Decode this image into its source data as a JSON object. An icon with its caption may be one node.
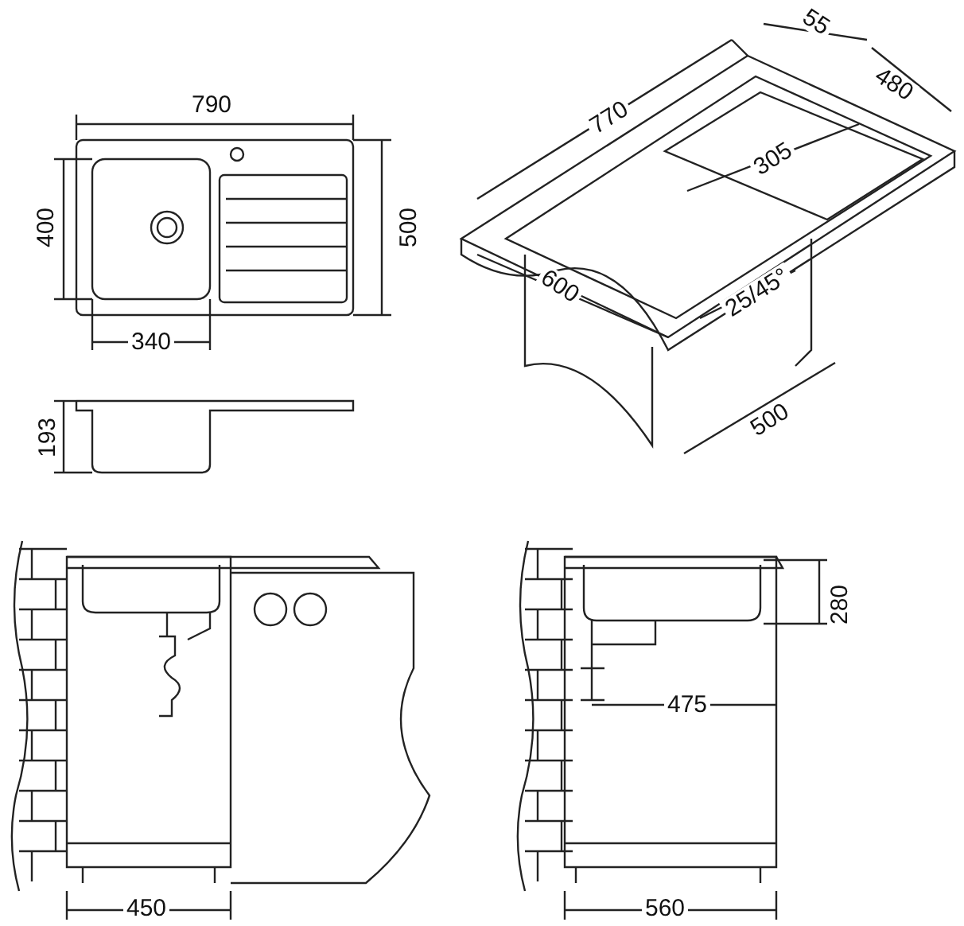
{
  "diagram": {
    "labels": [
      "790",
      "400",
      "500",
      "340",
      "193",
      "770",
      "55",
      "480",
      "305",
      "600",
      "25/45°",
      "500",
      "450",
      "560",
      "280",
      "475"
    ]
  }
}
